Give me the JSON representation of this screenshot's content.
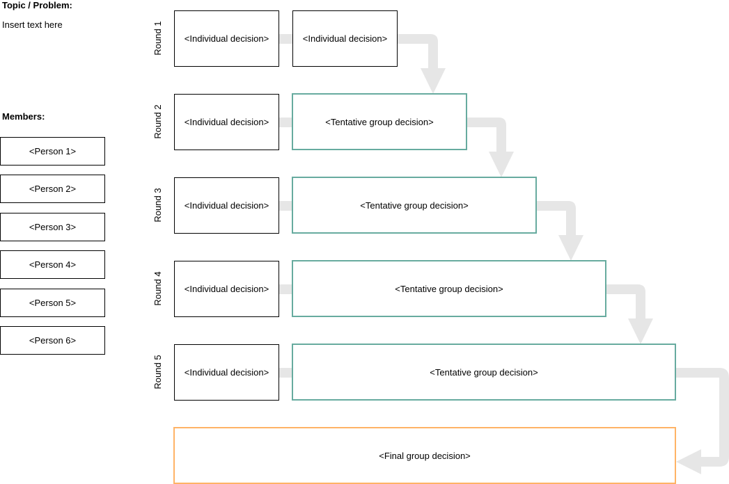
{
  "topic": {
    "label": "Topic / Problem:",
    "text": "Insert text here"
  },
  "members": {
    "label": "Members:",
    "people": [
      "<Person 1>",
      "<Person 2>",
      "<Person 3>",
      "<Person 4>",
      "<Person 5>",
      "<Person 6>"
    ]
  },
  "rounds": [
    {
      "label": "Round 1",
      "individual": "<Individual decision>",
      "second": "<Individual decision>"
    },
    {
      "label": "Round 2",
      "individual": "<Individual decision>",
      "second": "<Tentative group decision>"
    },
    {
      "label": "Round 3",
      "individual": "<Individual decision>",
      "second": "<Tentative group decision>"
    },
    {
      "label": "Round 4",
      "individual": "<Individual decision>",
      "second": "<Tentative group decision>"
    },
    {
      "label": "Round 5",
      "individual": "<Individual decision>",
      "second": "<Tentative group decision>"
    }
  ],
  "final": "<Final group decision>",
  "colors": {
    "group": "#67AB9F",
    "final": "#FFB366",
    "arrow": "#E6E6E6"
  }
}
